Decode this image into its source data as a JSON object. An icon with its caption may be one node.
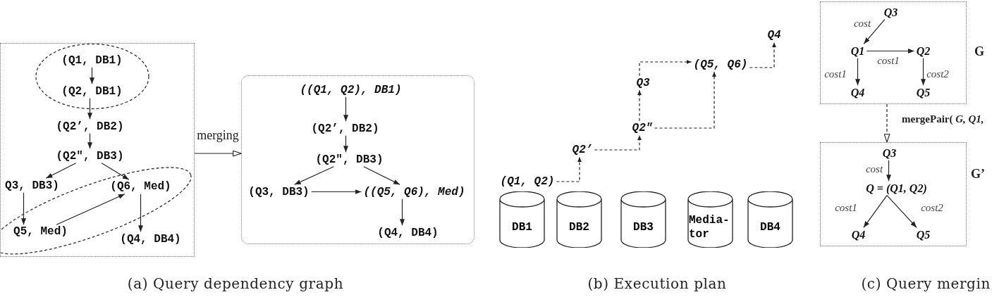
{
  "diagram": {
    "nodes": [
      {
        "text": [],
        "shape": "box"
      },
      {
        "text": [],
        "shape": "ellipse",
        "in": 0
      },
      {
        "text": [
          "(Q1, DB1)"
        ],
        "in": 1
      },
      {
        "text": [
          "(Q2, DB1)"
        ],
        "in": 1
      },
      {
        "text": [
          "(Q2’, DB2)"
        ],
        "in": 0
      },
      {
        "text": [
          "(Q2\", DB3)"
        ],
        "in": 0
      },
      {
        "text": [
          "Q3, DB3)"
        ],
        "in": 0
      },
      {
        "text": [],
        "shape": "ellipse",
        "in": 0
      },
      {
        "text": [
          "(Q6, Med)"
        ],
        "in": 7
      },
      {
        "text": [
          "Q5, Med)"
        ],
        "in": 7
      },
      {
        "text": [
          "(Q4, DB4)"
        ],
        "in": 0
      },
      {
        "text": [],
        "shape": "box"
      },
      {
        "text": [
          "((Q1, Q2), DB1)"
        ],
        "in": 11
      },
      {
        "text": [
          "(Q2’, DB2)"
        ],
        "in": 11
      },
      {
        "text": [
          "(Q2\", DB3)"
        ],
        "in": 11
      },
      {
        "text": [
          "(Q3, DB3)"
        ],
        "in": 11
      },
      {
        "text": [
          "((Q5, Q6), Med)"
        ],
        "in": 11
      },
      {
        "text": [
          "(Q4, DB4)"
        ],
        "in": 11
      },
      {
        "text": [
          "(Q1, Q2)"
        ]
      },
      {
        "text": [
          "Q2’"
        ]
      },
      {
        "text": [
          "Q2\""
        ]
      },
      {
        "text": [
          "Q3"
        ]
      },
      {
        "text": [
          "(Q5, Q6)"
        ]
      },
      {
        "text": [
          "Q4"
        ]
      },
      {
        "text": [
          "DB1"
        ]
      },
      {
        "text": [
          "DB2"
        ]
      },
      {
        "text": [
          "DB3"
        ]
      },
      {
        "text": [
          "Media- tor"
        ]
      },
      {
        "text": [
          "DB4"
        ]
      },
      {
        "text": [],
        "shape": "box",
        "beside": [
          "G"
        ]
      },
      {
        "text": [
          "Q3"
        ],
        "in": 29
      },
      {
        "text": [
          "Q1"
        ],
        "in": 29
      },
      {
        "text": [
          "Q2"
        ],
        "in": 29
      },
      {
        "text": [
          "Q4"
        ],
        "in": 29
      },
      {
        "text": [
          "Q5"
        ],
        "in": 29
      },
      {
        "text": [],
        "shape": "box",
        "beside": [
          "G’"
        ]
      },
      {
        "text": [
          "Q3"
        ],
        "in": 35
      },
      {
        "text": [
          "Q = (Q1, Q2)"
        ],
        "in": 35
      },
      {
        "text": [
          "Q4"
        ],
        "in": 35
      },
      {
        "text": [
          "Q5"
        ],
        "in": 35
      }
    ],
    "edges": [
      {
        "from": 2,
        "to": 3,
        "arrow": "to"
      },
      {
        "from": 3,
        "to": 4,
        "arrow": "to"
      },
      {
        "from": 4,
        "to": 5,
        "arrow": "to"
      },
      {
        "from": 5,
        "to": 6,
        "arrow": "to"
      },
      {
        "from": 5,
        "to": 8,
        "arrow": "to"
      },
      {
        "from": 6,
        "to": 9,
        "arrow": "to"
      },
      {
        "from": 9,
        "to": 8,
        "arrow": "to"
      },
      {
        "from": 8,
        "to": 10,
        "arrow": "to"
      },
      {
        "from": 0,
        "to": 11,
        "arrow": "to",
        "label": "merging"
      },
      {
        "from": 12,
        "to": 13,
        "arrow": "to"
      },
      {
        "from": 13,
        "to": 14,
        "arrow": "to"
      },
      {
        "from": 14,
        "to": 15,
        "arrow": "to"
      },
      {
        "from": 14,
        "to": 16,
        "arrow": "to"
      },
      {
        "from": 15,
        "to": 16,
        "arrow": "to"
      },
      {
        "from": 16,
        "to": 17,
        "arrow": "to"
      },
      {
        "from": 18,
        "to": 19,
        "arrow": "to",
        "style": "dashed"
      },
      {
        "from": 19,
        "to": 20,
        "arrow": "to",
        "style": "dashed"
      },
      {
        "from": 20,
        "to": 21,
        "arrow": "to",
        "style": "dashed"
      },
      {
        "from": 20,
        "to": 22,
        "arrow": "to",
        "style": "dashed"
      },
      {
        "from": 21,
        "to": 22,
        "arrow": "to",
        "style": "dashed"
      },
      {
        "from": 22,
        "to": 23,
        "arrow": "to",
        "style": "dashed"
      },
      {
        "from": 30,
        "to": 31,
        "arrow": "to",
        "label": "cost"
      },
      {
        "from": 31,
        "to": 32,
        "arrow": "to",
        "label": "cost1"
      },
      {
        "from": 31,
        "to": 33,
        "arrow": "to",
        "label": "cost1"
      },
      {
        "from": 32,
        "to": 34,
        "arrow": "to",
        "label": "cost2"
      },
      {
        "from": 29,
        "to": 35,
        "arrow": "to",
        "label": "mergePair( *G, Q1,*",
        "style": "dashed"
      },
      {
        "from": 36,
        "to": 37,
        "arrow": "to",
        "label": "cost"
      },
      {
        "from": 37,
        "to": 38,
        "arrow": "to",
        "label": "cost1"
      },
      {
        "from": 37,
        "to": 39,
        "arrow": "to",
        "label": "cost2"
      }
    ],
    "labels": [
      "(a) Query dependency graph",
      "(b) Execution plan",
      "(c) Query mergin"
    ]
  }
}
